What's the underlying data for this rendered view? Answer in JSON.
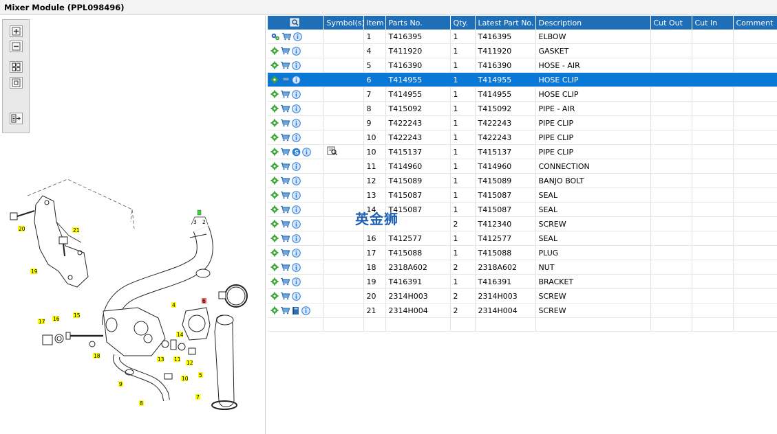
{
  "window": {
    "title": "Mixer Module (PPL098496)"
  },
  "toolbox": {
    "buttons": [
      {
        "name": "zoom-in",
        "icon": "zoom-in-icon"
      },
      {
        "name": "zoom-out",
        "icon": "zoom-out-icon"
      },
      {
        "name": "fit-all",
        "icon": "fit-all-icon"
      },
      {
        "name": "actual-size",
        "icon": "actual-size-icon"
      },
      {
        "name": "export",
        "icon": "export-icon"
      }
    ]
  },
  "diagram": {
    "callouts": [
      "1",
      "2",
      "3",
      "4",
      "5",
      "6",
      "7",
      "8",
      "9",
      "10",
      "11",
      "12",
      "13",
      "14",
      "15",
      "16",
      "17",
      "18",
      "19",
      "20",
      "21"
    ]
  },
  "table": {
    "columns": [
      "",
      "Symbol(s)",
      "Item",
      "Parts No.",
      "Qty.",
      "Latest Part No.",
      "Description",
      "Cut Out",
      "Cut In",
      "Comment"
    ],
    "rows": [
      {
        "item": "1",
        "part": "T416395",
        "qty": "1",
        "latest": "T416395",
        "desc": "ELBOW",
        "icons": [
          "gears",
          "cart",
          "info"
        ]
      },
      {
        "item": "4",
        "part": "T411920",
        "qty": "1",
        "latest": "T411920",
        "desc": "GASKET",
        "icons": [
          "gear",
          "cart",
          "info"
        ]
      },
      {
        "item": "5",
        "part": "T416390",
        "qty": "1",
        "latest": "T416390",
        "desc": "HOSE - AIR",
        "icons": [
          "gear",
          "cart",
          "info"
        ]
      },
      {
        "item": "6",
        "part": "T414955",
        "qty": "1",
        "latest": "T414955",
        "desc": "HOSE CLIP",
        "icons": [
          "gear",
          "cart",
          "info"
        ],
        "selected": true
      },
      {
        "item": "7",
        "part": "T414955",
        "qty": "1",
        "latest": "T414955",
        "desc": "HOSE CLIP",
        "icons": [
          "gear",
          "cart",
          "info"
        ]
      },
      {
        "item": "8",
        "part": "T415092",
        "qty": "1",
        "latest": "T415092",
        "desc": "PIPE - AIR",
        "icons": [
          "gear",
          "cart",
          "info"
        ]
      },
      {
        "item": "9",
        "part": "T422243",
        "qty": "1",
        "latest": "T422243",
        "desc": "PIPE CLIP",
        "icons": [
          "gear",
          "cart",
          "info"
        ]
      },
      {
        "item": "10",
        "part": "T422243",
        "qty": "1",
        "latest": "T422243",
        "desc": "PIPE CLIP",
        "icons": [
          "gear",
          "cart",
          "info"
        ]
      },
      {
        "item": "10",
        "part": "T415137",
        "qty": "1",
        "latest": "T415137",
        "desc": "PIPE CLIP",
        "icons": [
          "gear",
          "cart",
          "s",
          "info"
        ],
        "symbol": "view"
      },
      {
        "item": "11",
        "part": "T414960",
        "qty": "1",
        "latest": "T414960",
        "desc": "CONNECTION",
        "icons": [
          "gear",
          "cart",
          "info"
        ]
      },
      {
        "item": "12",
        "part": "T415089",
        "qty": "1",
        "latest": "T415089",
        "desc": "BANJO BOLT",
        "icons": [
          "gear",
          "cart",
          "info"
        ]
      },
      {
        "item": "13",
        "part": "T415087",
        "qty": "1",
        "latest": "T415087",
        "desc": "SEAL",
        "icons": [
          "gear",
          "cart",
          "info"
        ]
      },
      {
        "item": "14",
        "part": "T415087",
        "qty": "1",
        "latest": "T415087",
        "desc": "SEAL",
        "icons": [
          "gear",
          "cart",
          "info"
        ]
      },
      {
        "item": "",
        "part": "",
        "qty": "2",
        "latest": "T412340",
        "desc": "SCREW",
        "icons": [
          "gear",
          "cart",
          "info"
        ]
      },
      {
        "item": "16",
        "part": "T412577",
        "qty": "1",
        "latest": "T412577",
        "desc": "SEAL",
        "icons": [
          "gear",
          "cart",
          "info"
        ]
      },
      {
        "item": "17",
        "part": "T415088",
        "qty": "1",
        "latest": "T415088",
        "desc": "PLUG",
        "icons": [
          "gear",
          "cart",
          "info"
        ]
      },
      {
        "item": "18",
        "part": "2318A602",
        "qty": "2",
        "latest": "2318A602",
        "desc": "NUT",
        "icons": [
          "gear",
          "cart",
          "info"
        ]
      },
      {
        "item": "19",
        "part": "T416391",
        "qty": "1",
        "latest": "T416391",
        "desc": "BRACKET",
        "icons": [
          "gear",
          "cart",
          "info"
        ]
      },
      {
        "item": "20",
        "part": "2314H003",
        "qty": "2",
        "latest": "2314H003",
        "desc": "SCREW",
        "icons": [
          "gear",
          "cart",
          "info"
        ]
      },
      {
        "item": "21",
        "part": "2314H004",
        "qty": "2",
        "latest": "2314H004",
        "desc": "SCREW",
        "icons": [
          "gear",
          "cart",
          "book",
          "info"
        ]
      }
    ]
  },
  "watermark": "英金狮",
  "colors": {
    "header": "#1f6fb8",
    "selected": "#0a78d7",
    "callout": "#ffff00",
    "gear": "#3aa535",
    "info": "#2b7bd8"
  }
}
